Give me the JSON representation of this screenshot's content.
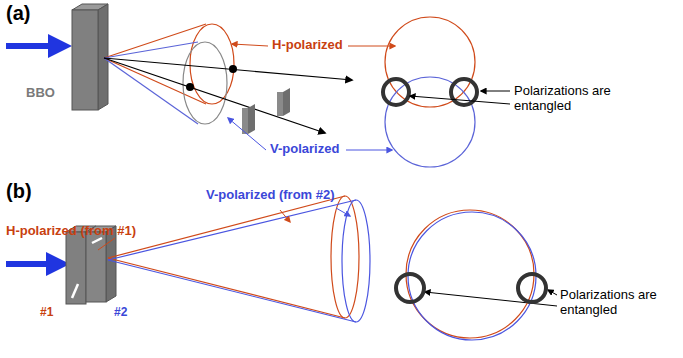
{
  "diagram": {
    "labels": [
      "(a)",
      "H-polarized",
      "BBO",
      "V-polarized",
      "Polarizations are entangled",
      "(b)",
      "H-polarized (from #1)",
      "V-polarized (from #2)",
      "#1",
      "#2",
      "Polarizations are entangled"
    ]
  }
}
